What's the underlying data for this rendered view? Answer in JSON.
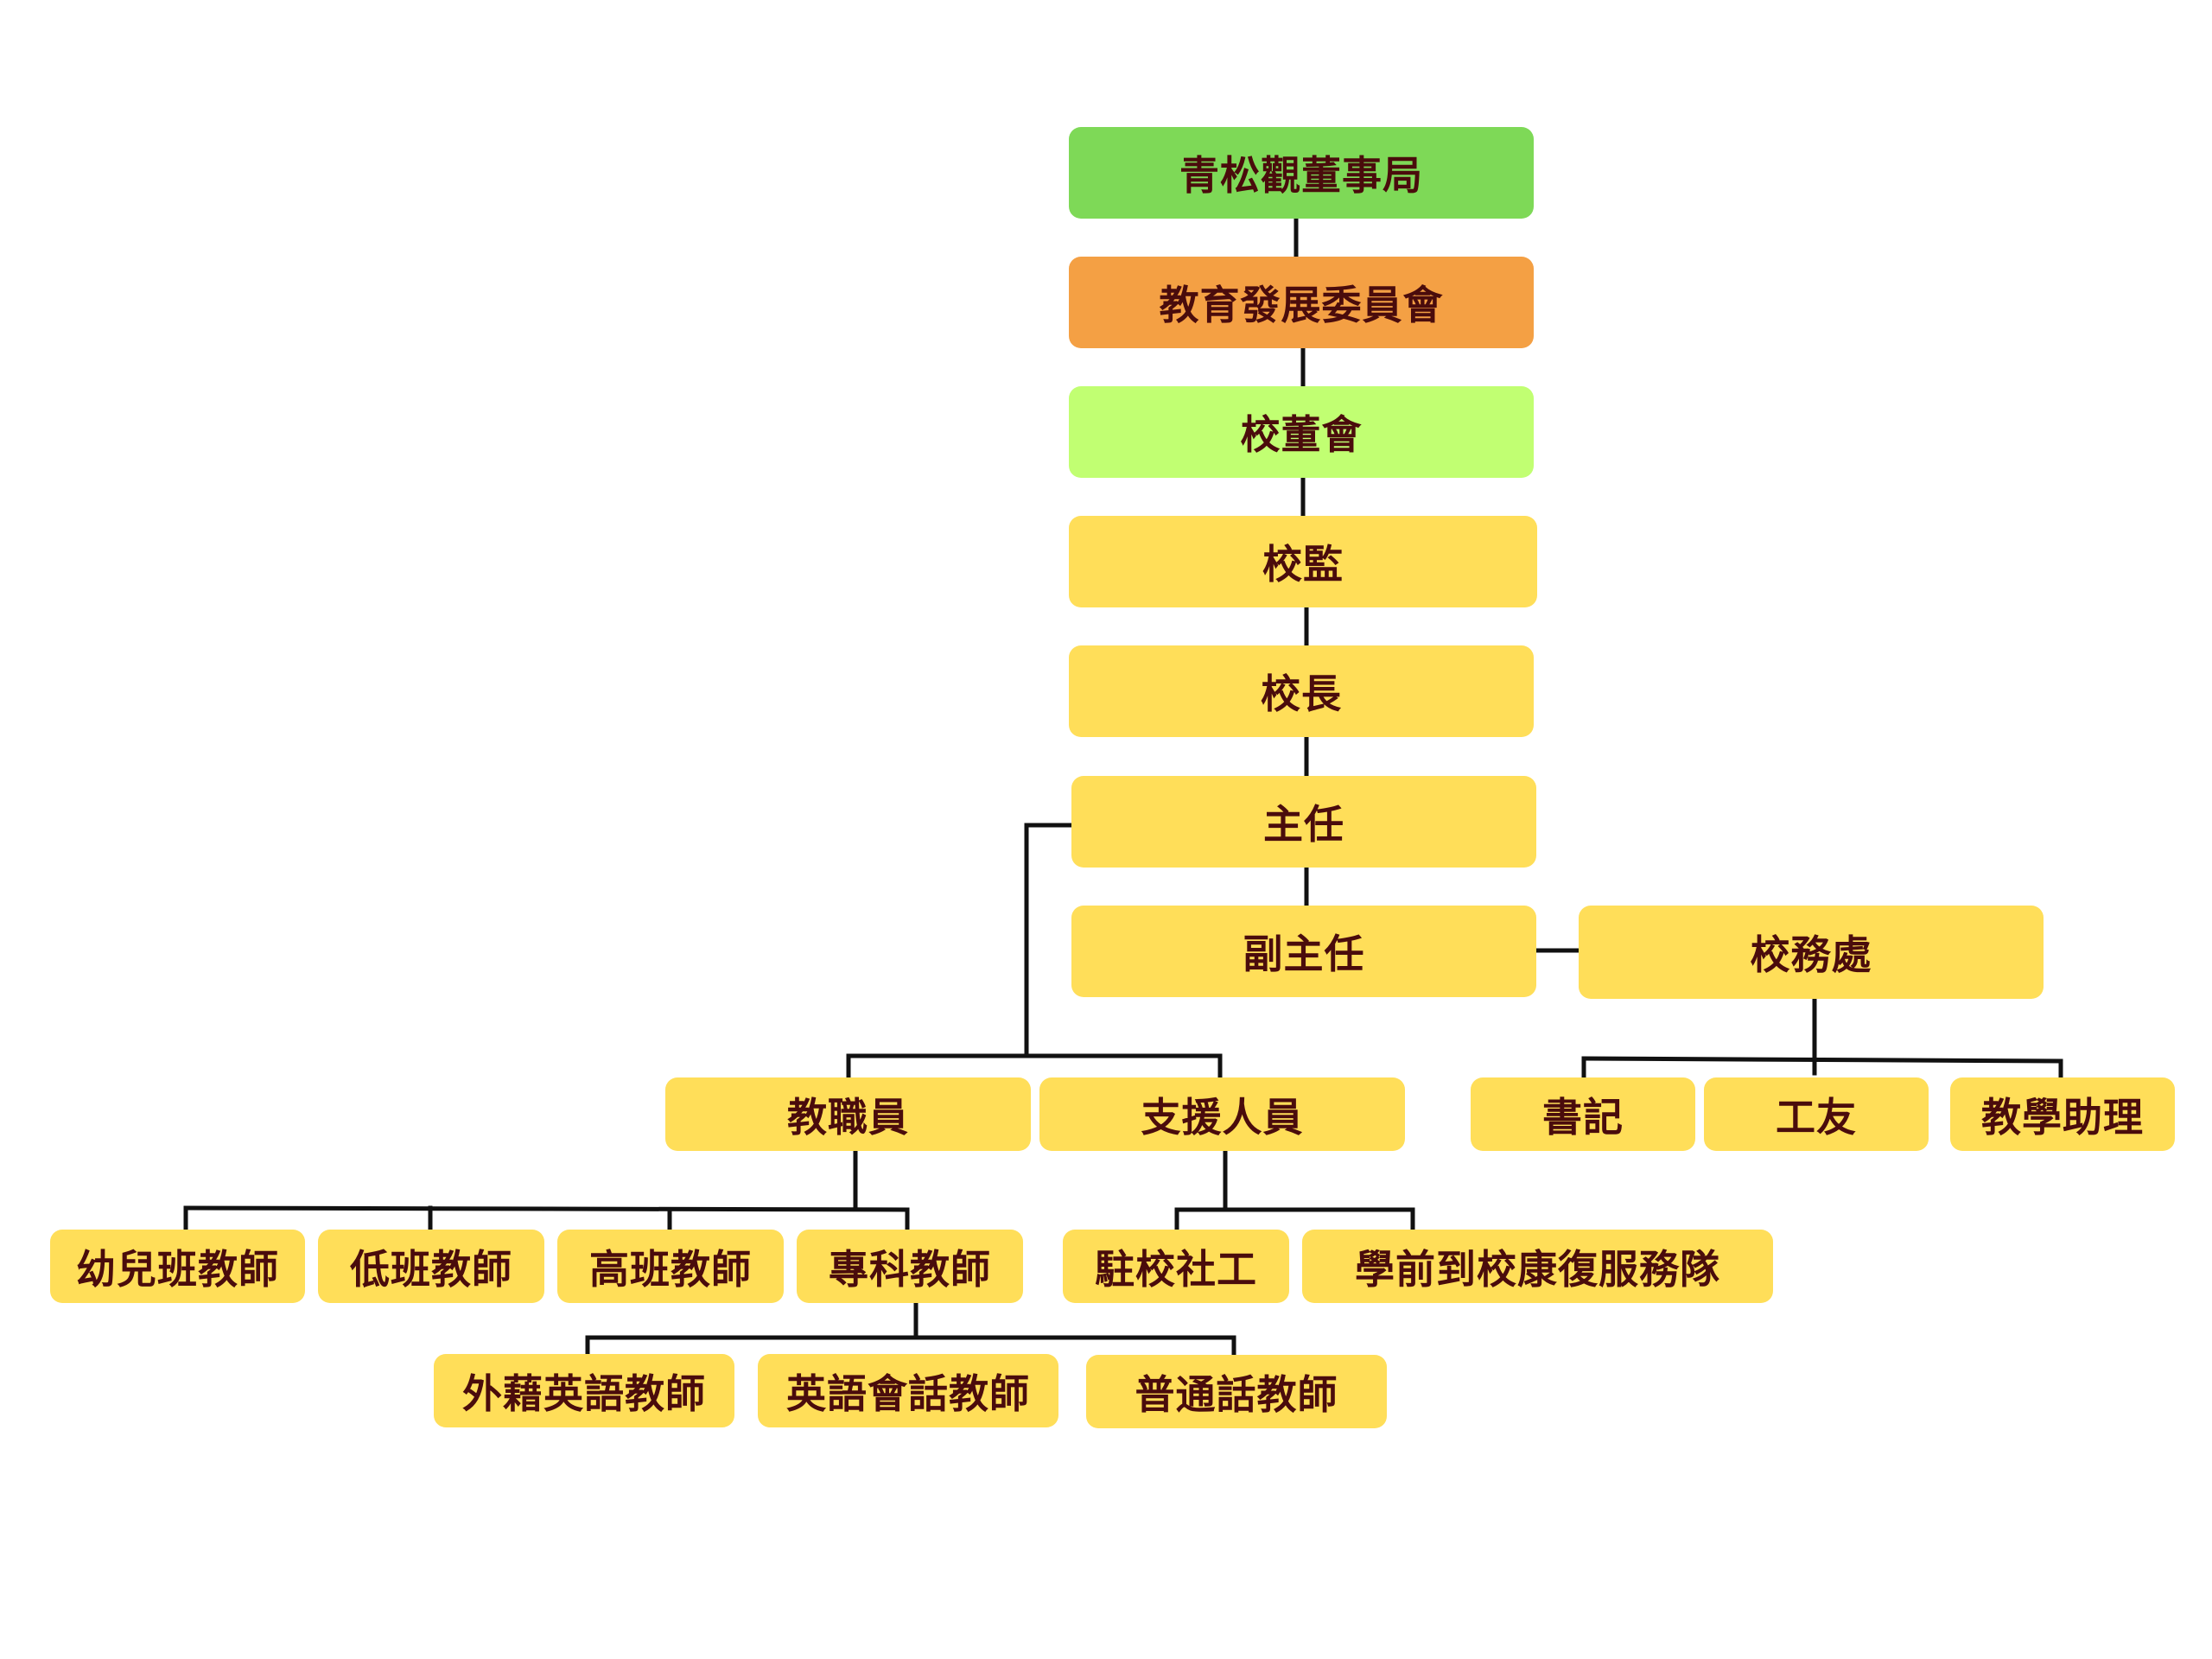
{
  "chart": {
    "nodes": {
      "bureau": "青松觀董事局",
      "committee": "教育發展委員會",
      "board": "校董會",
      "supervisor": "校監",
      "principal": "校長",
      "director": "主任",
      "vice_director": "副主任",
      "general_office": "校務處",
      "staff": "教職員",
      "support": "支援人員",
      "clerk": "書記",
      "janitor": "工友",
      "teaching_assistant": "教學助理",
      "nursery_teacher": "幼兒班教師",
      "lower_teacher": "低班教師",
      "upper_teacher": "高班教師",
      "subject_teacher": "專科教師",
      "social_worker": "駐校社工",
      "rehab_team": "學前到校康復服務隊",
      "foreign_english_teacher": "外藉英語教師",
      "english_conversation_teacher": "英語會話教師",
      "putonghua_teacher": "普通話教師"
    },
    "colors": {
      "top": "#7ed957",
      "committee": "#f4a044",
      "board": "#c1ff72",
      "default": "#ffde59",
      "text": "#4a0c0c",
      "line": "#111111"
    }
  }
}
